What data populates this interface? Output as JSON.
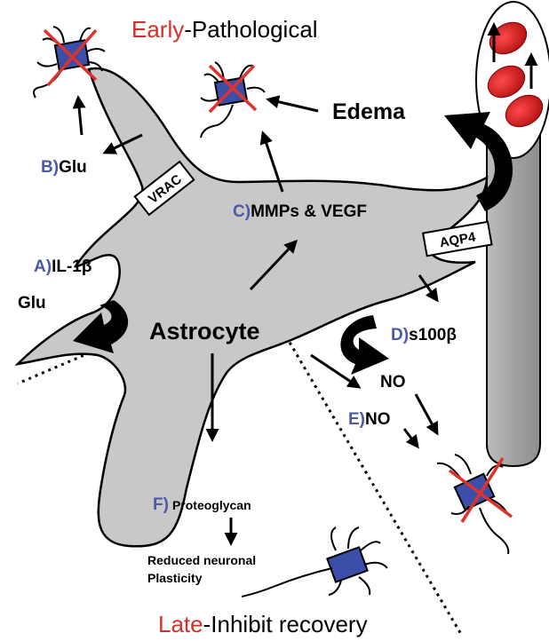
{
  "title": {
    "early_word": "Early",
    "early_rest": "-Pathological",
    "late_word": "Late",
    "late_rest": "-Inhibit recovery"
  },
  "cell_label": "Astrocyte",
  "edema_label": "Edema",
  "channels": {
    "vrac": "VRAC",
    "aqp4": "AQP4"
  },
  "items": {
    "a_letter": "A)",
    "a_text": "IL-1β",
    "a_glu": "Glu",
    "b_letter": "B)",
    "b_text": "Glu",
    "c_letter": "C)",
    "c_text": "MMPs & VEGF",
    "d_letter": "D)",
    "d_text": "s100β",
    "d_no": "NO",
    "e_letter": "E)",
    "e_text": "NO",
    "f_letter": "F)",
    "f_text": "Proteoglycan",
    "f_result_line1": "Reduced neuronal",
    "f_result_line2": "Plasticity"
  },
  "colors": {
    "letter_blue": "#4a5aa8",
    "early_red": "#d4302a",
    "astrocyte_fill": "#c8c8c8",
    "vessel_fill": "#a9a9a9",
    "neuron_fill": "#3b4fa8",
    "rbc_fill": "#d42020",
    "cross_red": "#e0322c"
  }
}
